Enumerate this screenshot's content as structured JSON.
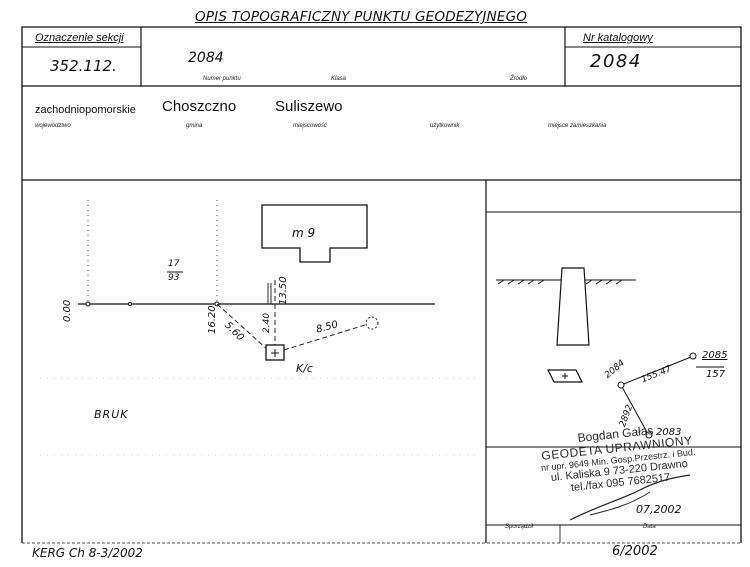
{
  "form": {
    "title": "OPIS TOPOGRAFICZNY PUNKTU GEODEZYJNEGO"
  },
  "header": {
    "section_label": "Oznaczenie sekcji",
    "section_value": "352.112.",
    "point_number": "2084",
    "point_number_label": "Numer punktu",
    "class_label": "Klasa",
    "source_label": "Źródło",
    "catalog_label": "Nr katalogowy",
    "catalog_value": "2084"
  },
  "location": {
    "voivodeship": "zachodniopomorskie",
    "commune": "Choszczno",
    "locality": "Suliszewo",
    "voivodeship_label": "województwo",
    "commune_label": "gmina",
    "locality_label": "miejscowość",
    "user_label": "użytkownik",
    "storage_label": "miejsce zamieszkania"
  },
  "sketch": {
    "building_label": "m 9",
    "zero_label": "0.00",
    "dist_1620": "16.20",
    "frac_top": "17",
    "frac_bottom": "93",
    "dist_1350": "13.50",
    "dist_240": "2.40",
    "dist_560": "5.60",
    "dist_850": "8.50",
    "kc_label": "K/c",
    "pavement_label": "BRUK"
  },
  "overview": {
    "point_a": "2084",
    "point_b": "2085",
    "point_c": "2083",
    "dist_ab": "155.47",
    "dist_ac": "2892",
    "b_sub": "157"
  },
  "stamp": {
    "line1": "Bogdan Gałas",
    "line2": "GEODETA UPRAWNIONY",
    "line3": "nr upr. 9649 Min. Gosp.Przestrz. i Bud.",
    "line4": "ul. Kaliska 9 73-220 Drawno",
    "line5": "tel./fax 095 7682517",
    "date_value": "07,2002",
    "author_label": "Sporządził",
    "date_label": "Data"
  },
  "footer": {
    "left_note": "KERG Ch 8-3/2002",
    "right_note": "6/2002"
  }
}
